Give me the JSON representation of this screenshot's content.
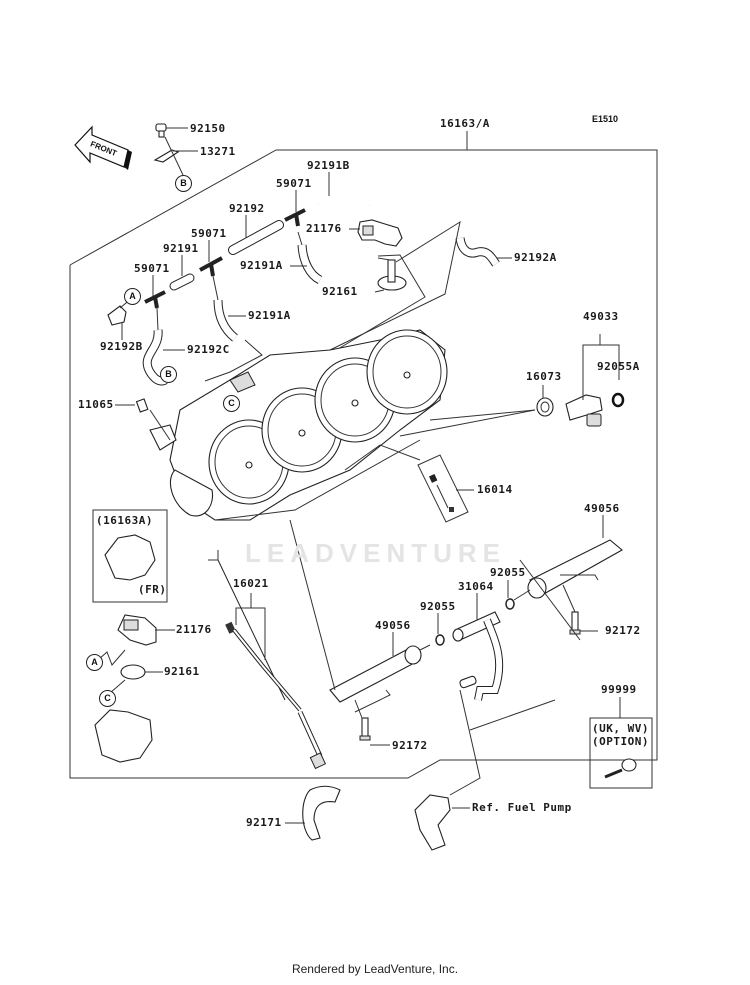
{
  "diagram": {
    "code": "E1510",
    "front_label": "FRONT",
    "watermark": "LEADVENTURE",
    "footer": "Rendered by LeadVenture, Inc.",
    "callouts": {
      "c_16163A": "16163/A",
      "c_92150": "92150",
      "c_13271": "13271",
      "c_92191B": "92191B",
      "c_59071_top": "59071",
      "c_21176_top": "21176",
      "c_92192": "92192",
      "c_59071_mid": "59071",
      "c_92191": "92191",
      "c_92191A_top": "92191A",
      "c_92192A": "92192A",
      "c_59071_left": "59071",
      "c_92161_top": "92161",
      "c_92191A_mid": "92191A",
      "c_92192B": "92192B",
      "c_92192C": "92192C",
      "c_49033": "49033",
      "c_92055A": "92055A",
      "c_16073": "16073",
      "c_11065": "11065",
      "c_16014": "16014",
      "c_49056_right": "49056",
      "c_16163A_box": "(16163A)",
      "c_FR": "(FR)",
      "c_92055_right": "92055",
      "c_31064": "31064",
      "c_16021": "16021",
      "c_92055_left": "92055",
      "c_92172_right": "92172",
      "c_49056_left": "49056",
      "c_21176_side": "21176",
      "c_92161_side": "92161",
      "c_99999": "99999",
      "c_uk_wv": "(UK, WV)",
      "c_option": "(OPTION)",
      "c_92172_left": "92172",
      "c_92171": "92171",
      "c_ref_fuel_pump": "Ref. Fuel Pump"
    },
    "reference_markers": {
      "A_top": "A",
      "B_top": "B",
      "B_mid": "B",
      "C_mid": "C",
      "A_side": "A",
      "C_side": "C"
    }
  }
}
